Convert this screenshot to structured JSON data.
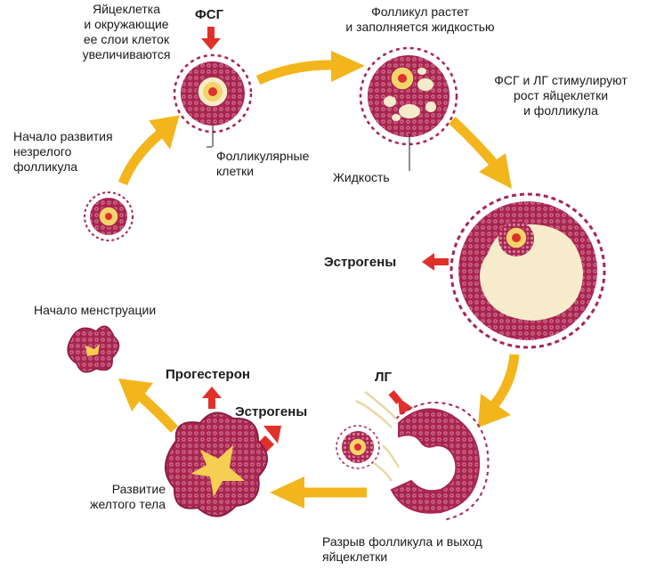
{
  "labels": {
    "egg_layers": "Яйцеклетка\nи окружающие\nее слои клеток\nувеличиваются",
    "fsh": "ФСГ",
    "follicle_grows": "Фолликул растет\nи заполняется жидкостью",
    "fsh_lh": "ФСГ и ЛГ стимулируют\nрост яйцеклетки\nи фолликула",
    "immature": "Начало развития\nнезрелого\nфолликула",
    "follicular_cells": "Фолликулярные\nклетки",
    "fluid": "Жидкость",
    "estrogens_1": "Эстрогены",
    "menstruation": "Начало менструации",
    "progesterone": "Прогестерон",
    "lh": "ЛГ",
    "estrogens_2": "Эстрогены",
    "corpus_luteum": "Развитие\nжелтого тела",
    "rupture": "Разрыв фолликула и выход\nяйцеклетки"
  },
  "colors": {
    "cell": "#a8254f",
    "cell_light": "#d06a8c",
    "antrum": "#f6eccb",
    "oocyte": "#f3d46a",
    "nucleus": "#e0302a",
    "yellow_arrow": "#f3b51c",
    "red_arrow": "#e0302a",
    "luteal": "#f4cf52"
  }
}
